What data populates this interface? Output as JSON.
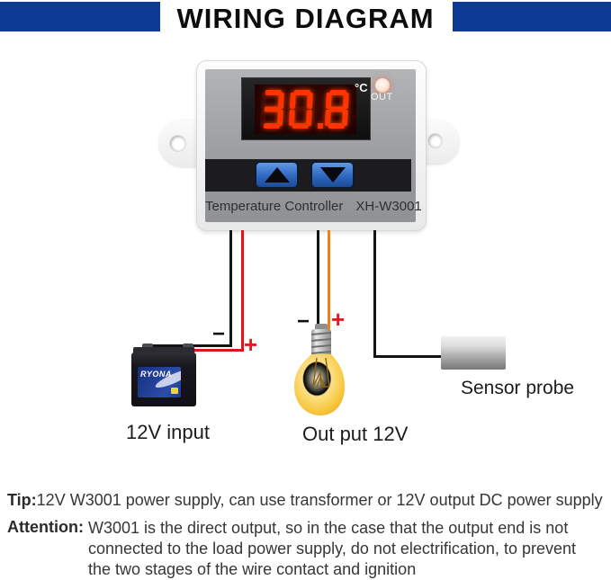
{
  "title": "WIRING DIAGRAM",
  "controller": {
    "display_value": "30.8",
    "unit": "°C",
    "out_label": "OUT",
    "name_label": "Temperature Controller",
    "model_label": "XH-W3001",
    "display_color": "#ff3300",
    "display_dim_color": "rgba(150,30,8,0.22)"
  },
  "labels": {
    "battery_minus": "−",
    "battery_plus": "+",
    "bulb_minus": "−",
    "bulb_plus": "+",
    "battery_caption": "12V input",
    "bulb_caption": "Out put 12V",
    "sensor_caption": "Sensor probe"
  },
  "battery": {
    "brand": "RYONA"
  },
  "notes": {
    "tip_label": "Tip:",
    "tip_text": "12V W3001 power supply, can use transformer or 12V output DC power supply",
    "attention_label": "Attention:",
    "attention_lines": [
      "W3001 is the direct output, so in the case that the output end is not",
      "connected to the load power supply, do not electrification, to prevent",
      "the two stages of the wire contact and ignition"
    ]
  },
  "colors": {
    "accent_blue": "#0c3a94",
    "wire_black": "#141414",
    "wire_red": "#e01616",
    "wire_orange": "#e8821c"
  }
}
